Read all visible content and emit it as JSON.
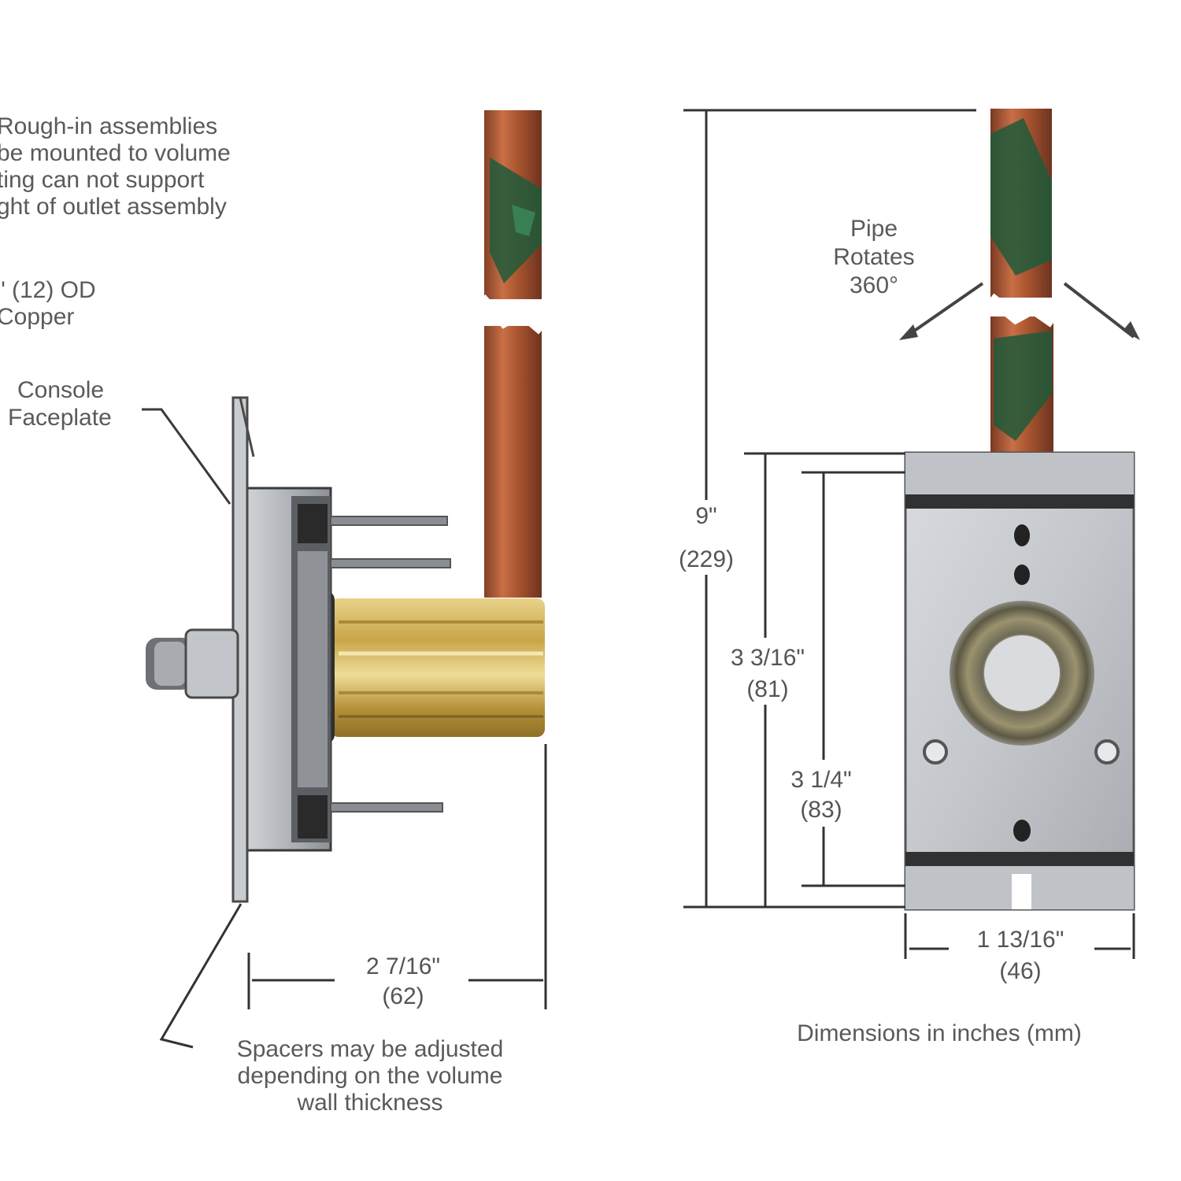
{
  "notes": {
    "rough_in_lines": [
      "Rough-in assemblies",
      "be mounted to volume",
      "ting can not support",
      "ght of outlet assembly"
    ],
    "copper_lines": [
      "\" (12) OD",
      "Copper"
    ],
    "faceplate_lines": [
      "Console",
      "Faceplate"
    ],
    "spacers_lines": [
      "Spacers may be adjusted",
      "depending on the volume",
      "wall thickness"
    ],
    "pipe_rotates_lines": [
      "Pipe",
      "Rotates",
      "360°"
    ],
    "dimensions_caption": "Dimensions in inches (mm)"
  },
  "dimensions": {
    "depth": {
      "imperial": "2 7/16\"",
      "metric": "(62)"
    },
    "overall_height": {
      "imperial": "9\"",
      "metric": "(229)"
    },
    "plate_height": {
      "imperial": "3 3/16\"",
      "metric": "(81)"
    },
    "spacing": {
      "imperial": "3 1/4\"",
      "metric": "(83)"
    },
    "plate_width": {
      "imperial": "1 13/16\"",
      "metric": "(46)"
    }
  },
  "colors": {
    "copper": "#b5603a",
    "copper_dark": "#7a3a22",
    "pipe_tape": "#1f5a3a",
    "brass": "#c9a548",
    "steel": "#b9bdc2",
    "line": "#3a3a3a"
  }
}
